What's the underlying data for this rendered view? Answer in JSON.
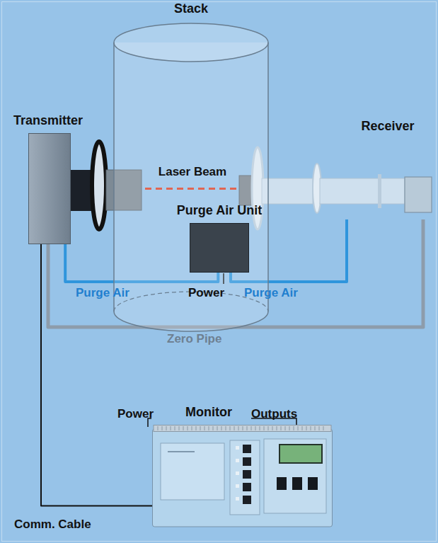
{
  "diagram": {
    "nodes": [
      {
        "text": [
          "Stack"
        ]
      },
      {
        "text": [
          "Transmitter"
        ]
      },
      {
        "text": [
          "Receiver"
        ]
      },
      {
        "text": [
          "Purge Air Unit"
        ],
        "in": 0
      },
      {
        "text": [
          "Monitor"
        ]
      }
    ],
    "edges": [
      {
        "from": 1,
        "to": 2,
        "arrow": "none",
        "label": "Laser Beam"
      },
      {
        "from": 3,
        "to": 1,
        "arrow": "none",
        "label": "Purge Air"
      },
      {
        "from": 3,
        "to": 2,
        "arrow": "none",
        "label": "Purge Air"
      },
      {
        "from": 2,
        "to": 1,
        "arrow": "none",
        "label": "Zero Pipe"
      },
      {
        "from": 1,
        "to": 4,
        "arrow": "none",
        "label": "Comm. Cable"
      }
    ],
    "labels": [
      "Power",
      "Power",
      "Outputs"
    ]
  }
}
